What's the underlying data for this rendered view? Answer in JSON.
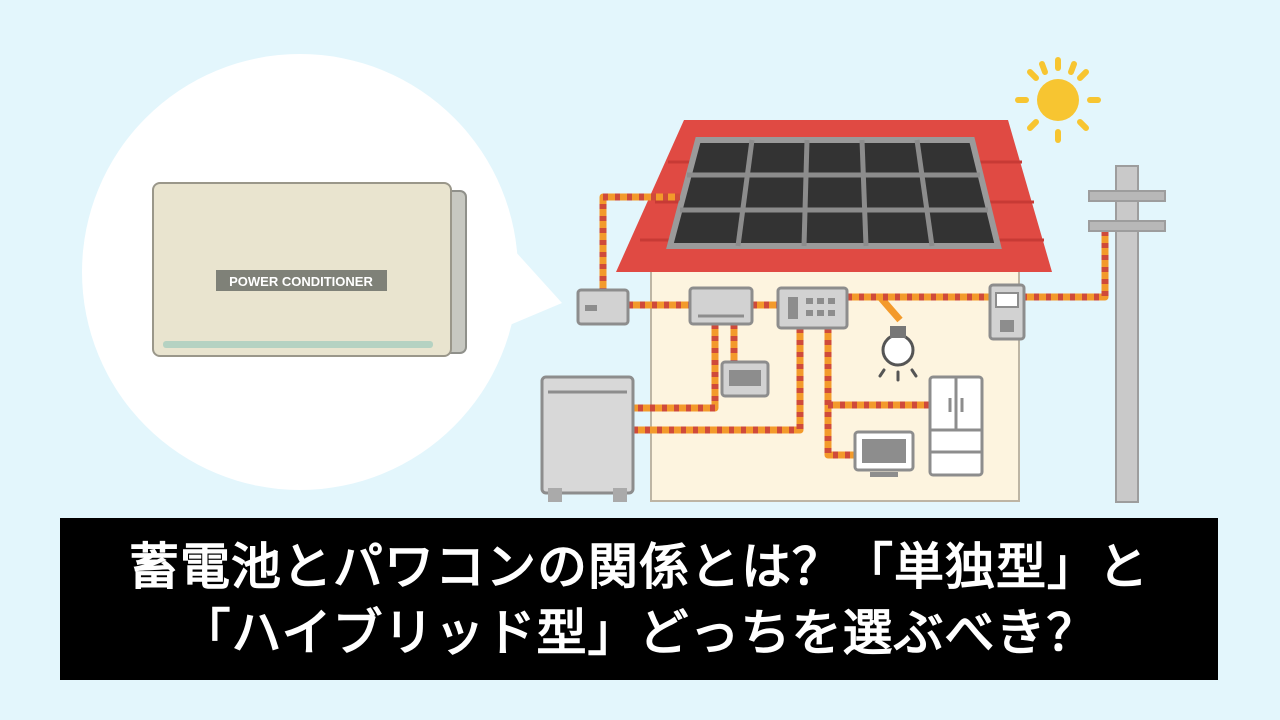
{
  "device_label": "POWER CONDITIONER",
  "title": {
    "line1": "蓄電池とパワコンの関係とは？「単独型」と",
    "line2": "「ハイブリッド型」どっちを選ぶべき？"
  },
  "colors": {
    "background": "#e3f6fc",
    "title_band": "#000000",
    "title_text": "#ffffff",
    "roof": "#e04a43",
    "wall": "#fdf4df",
    "wire": "#f39a2b",
    "sun": "#f7c531"
  },
  "icons": [
    "sun-icon",
    "solar-panel-icon",
    "light-bulb-icon",
    "refrigerator-icon",
    "monitor-icon",
    "utility-pole-icon",
    "storage-battery-icon"
  ]
}
